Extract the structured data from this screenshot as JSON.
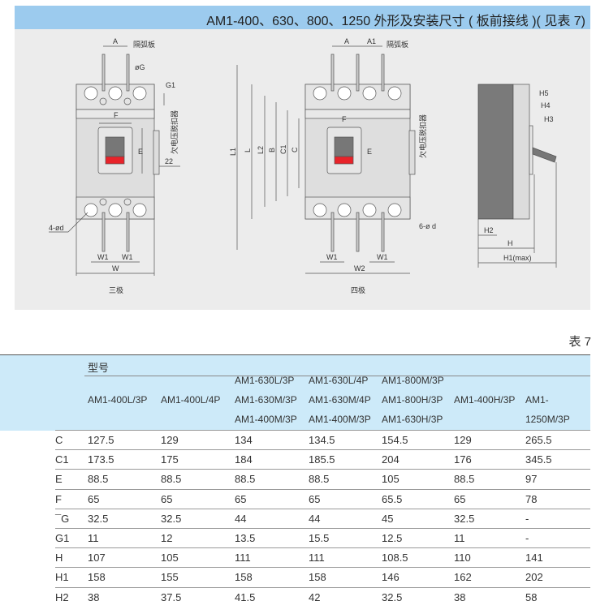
{
  "title": "AM1-400、630、800、1250 外形及安装尺寸 ( 板前接线 )( 见表 7)",
  "drawings": {
    "three_pole": {
      "caption": "三极",
      "labels": {
        "A": "A",
        "partition": "隔弧板",
        "G": "øG",
        "G1": "G1",
        "F": "F",
        "E": "E",
        "undervoltage": "欠电压脱扣器",
        "d22": "22",
        "hole": "4-ød",
        "W1": "W1",
        "W": "W"
      }
    },
    "four_pole": {
      "caption": "四极",
      "labels": {
        "A": "A",
        "A1": "A1",
        "partition": "隔弧板",
        "L1": "L1",
        "L": "L",
        "L2": "L2",
        "B": "B",
        "C1": "C1",
        "C": "C",
        "F": "F",
        "E": "E",
        "undervoltage": "欠电压脱扣器",
        "hole": "6-ø d",
        "W1": "W1",
        "W2": "W2"
      }
    },
    "side": {
      "labels": {
        "H5": "H5",
        "H4": "H4",
        "H3": "H3",
        "H2": "H2",
        "H": "H",
        "H1": "H1(max)"
      }
    }
  },
  "table": {
    "label": "表 7",
    "model_header": "型号",
    "columns": [
      [
        "AM1-400L/3P"
      ],
      [
        "AM1-400L/4P"
      ],
      [
        "AM1-630L/3P",
        "AM1-630M/3P",
        "AM1-400M/3P"
      ],
      [
        "AM1-630L/4P",
        "AM1-630M/4P",
        "AM1-400M/3P"
      ],
      [
        "AM1-800M/3P",
        "AM1-800H/3P",
        "AM1-630H/3P"
      ],
      [
        "AM1-400H/3P"
      ],
      [
        "AM1-1250M/3P"
      ]
    ],
    "rows": [
      {
        "label": "C",
        "values": [
          "127.5",
          "129",
          "134",
          "134.5",
          "154.5",
          "129",
          "265.5"
        ]
      },
      {
        "label": "C1",
        "values": [
          "173.5",
          "175",
          "184",
          "185.5",
          "204",
          "176",
          "345.5"
        ]
      },
      {
        "label": "E",
        "values": [
          "88.5",
          "88.5",
          "88.5",
          "88.5",
          "105",
          "88.5",
          "97"
        ]
      },
      {
        "label": "F",
        "values": [
          "65",
          "65",
          "65",
          "65",
          "65.5",
          "65",
          "78"
        ]
      },
      {
        "label": "¯G",
        "values": [
          "32.5",
          "32.5",
          "44",
          "44",
          "45",
          "32.5",
          "-"
        ]
      },
      {
        "label": "G1",
        "values": [
          "11",
          "12",
          "13.5",
          "15.5",
          "12.5",
          "11",
          "-"
        ]
      },
      {
        "label": "H",
        "values": [
          "107",
          "105",
          "111",
          "111",
          "108.5",
          "110",
          "141"
        ]
      },
      {
        "label": "H1",
        "values": [
          "158",
          "155",
          "158",
          "158",
          "146",
          "162",
          "202"
        ]
      },
      {
        "label": "H2",
        "values": [
          "38",
          "37.5",
          "41.5",
          "42",
          "32.5",
          "38",
          "58"
        ]
      }
    ]
  }
}
